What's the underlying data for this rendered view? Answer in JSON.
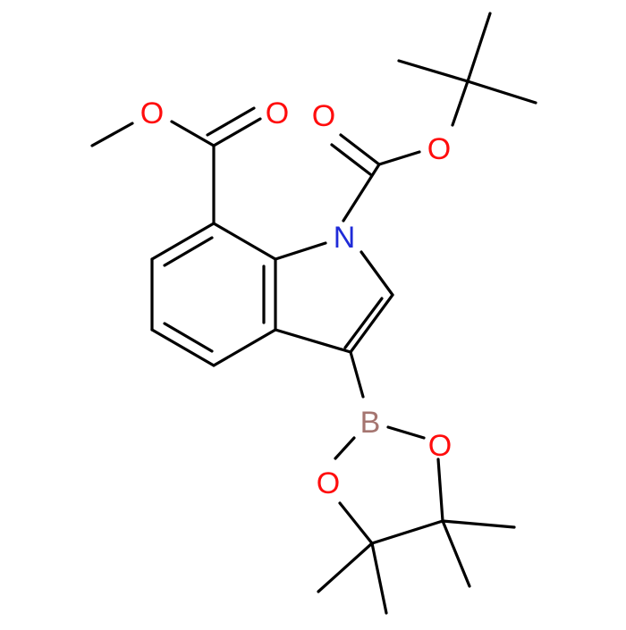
{
  "molecule": {
    "atom_labels": {
      "o_methoxy": "O",
      "o_carbonyl_ester": "O",
      "o_carbonyl_boc": "O",
      "o_boc_ether": "O",
      "n_indole": "N",
      "b_boron": "B",
      "o_boronate_right": "O",
      "o_boronate_left": "O"
    },
    "colors": {
      "bond": "#000000",
      "oxygen": "#ff0d0d",
      "nitrogen": "#1f2bd8",
      "boron": "#a57570"
    }
  }
}
